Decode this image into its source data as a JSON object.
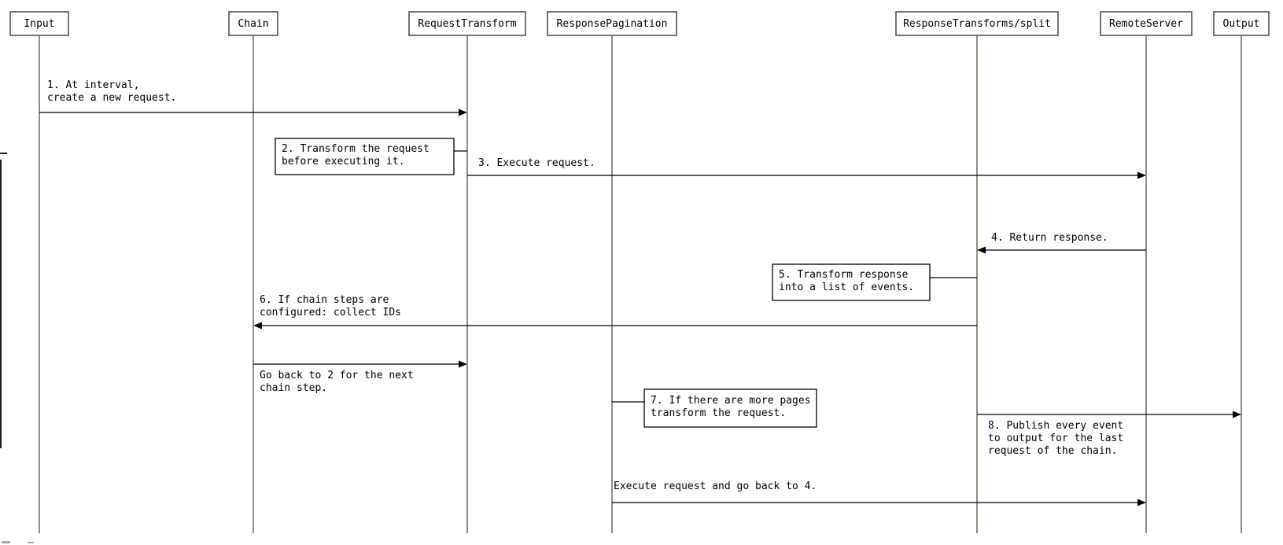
{
  "diagram": {
    "type": "sequence-diagram",
    "actors": [
      {
        "id": "input",
        "label": "Input"
      },
      {
        "id": "chain",
        "label": "Chain"
      },
      {
        "id": "request-transform",
        "label": "RequestTransform"
      },
      {
        "id": "response-pagination",
        "label": "ResponsePagination"
      },
      {
        "id": "response-transforms-split",
        "label": "ResponseTransforms/split"
      },
      {
        "id": "remote-server",
        "label": "RemoteServer"
      },
      {
        "id": "output",
        "label": "Output"
      }
    ],
    "messages": [
      {
        "from": "Input",
        "to": "RequestTransform",
        "direction": "right",
        "lines": [
          "1. At interval,",
          "create a new request."
        ]
      },
      {
        "from": "RequestTransform",
        "to": "RemoteServer",
        "direction": "right",
        "lines": [
          "3. Execute request."
        ]
      },
      {
        "from": "RemoteServer",
        "to": "ResponseTransforms/split",
        "direction": "left",
        "lines": [
          "4. Return response."
        ]
      },
      {
        "from": "ResponseTransforms/split",
        "to": "Chain",
        "direction": "left",
        "lines": [
          "6. If chain steps are",
          "configured: collect IDs"
        ]
      },
      {
        "from": "Chain",
        "to": "RequestTransform",
        "direction": "right",
        "lines": [
          "Go back to 2 for the next",
          "chain step."
        ]
      },
      {
        "from": "ResponseTransforms/split",
        "to": "Output",
        "direction": "right",
        "lines": [
          "8. Publish every event",
          "to output for the last",
          "request of the chain."
        ]
      },
      {
        "from": "ResponsePagination",
        "to": "RemoteServer",
        "direction": "right",
        "lines": [
          "Execute request and go back to 4."
        ]
      }
    ],
    "notes": [
      {
        "anchor": "RequestTransform",
        "side": "left",
        "lines": [
          "2. Transform the request",
          "before executing it."
        ]
      },
      {
        "anchor": "ResponseTransforms/split",
        "side": "left",
        "lines": [
          "5. Transform response",
          "into a list of events."
        ]
      },
      {
        "anchor": "ResponsePagination",
        "side": "right",
        "lines": [
          "7. If there are more pages",
          "transform the request."
        ]
      }
    ],
    "colors": {
      "actor_border": "#53514a",
      "lifeline": "#75705f",
      "message": "#000000",
      "note_border": "#000000",
      "text": "#000000",
      "page_bg": "#ffffff"
    }
  }
}
